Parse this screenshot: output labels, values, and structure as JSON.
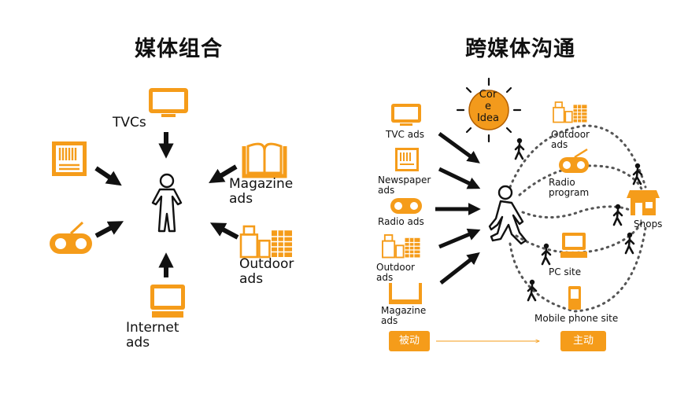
{
  "left": {
    "title": "媒体组合",
    "tvc_label": "TVCs",
    "magazine_label": "Magazine\nads",
    "outdoor_label": "Outdoor\nads",
    "internet_label": "Internet\nads"
  },
  "right": {
    "title": "跨媒体沟通",
    "core_idea": "Cor\ne\nIdea",
    "left_channels": [
      {
        "label": "TVC ads"
      },
      {
        "label": "Newspaper\nads"
      },
      {
        "label": "Radio ads"
      },
      {
        "label": "Outdoor\nads"
      },
      {
        "label": "Magazine\nads"
      }
    ],
    "outdoor_label": "Outdoor\nads",
    "radio_label": "Radio\nprogram",
    "shops_label": "Shops",
    "pc_label": "PC site",
    "mobile_label": "Mobile phone site",
    "passive_label": "被动",
    "active_label": "主动"
  },
  "colors": {
    "accent": "#f59c1a",
    "sun": "#f39a1c",
    "ink": "#111111",
    "dots": "#555555"
  }
}
